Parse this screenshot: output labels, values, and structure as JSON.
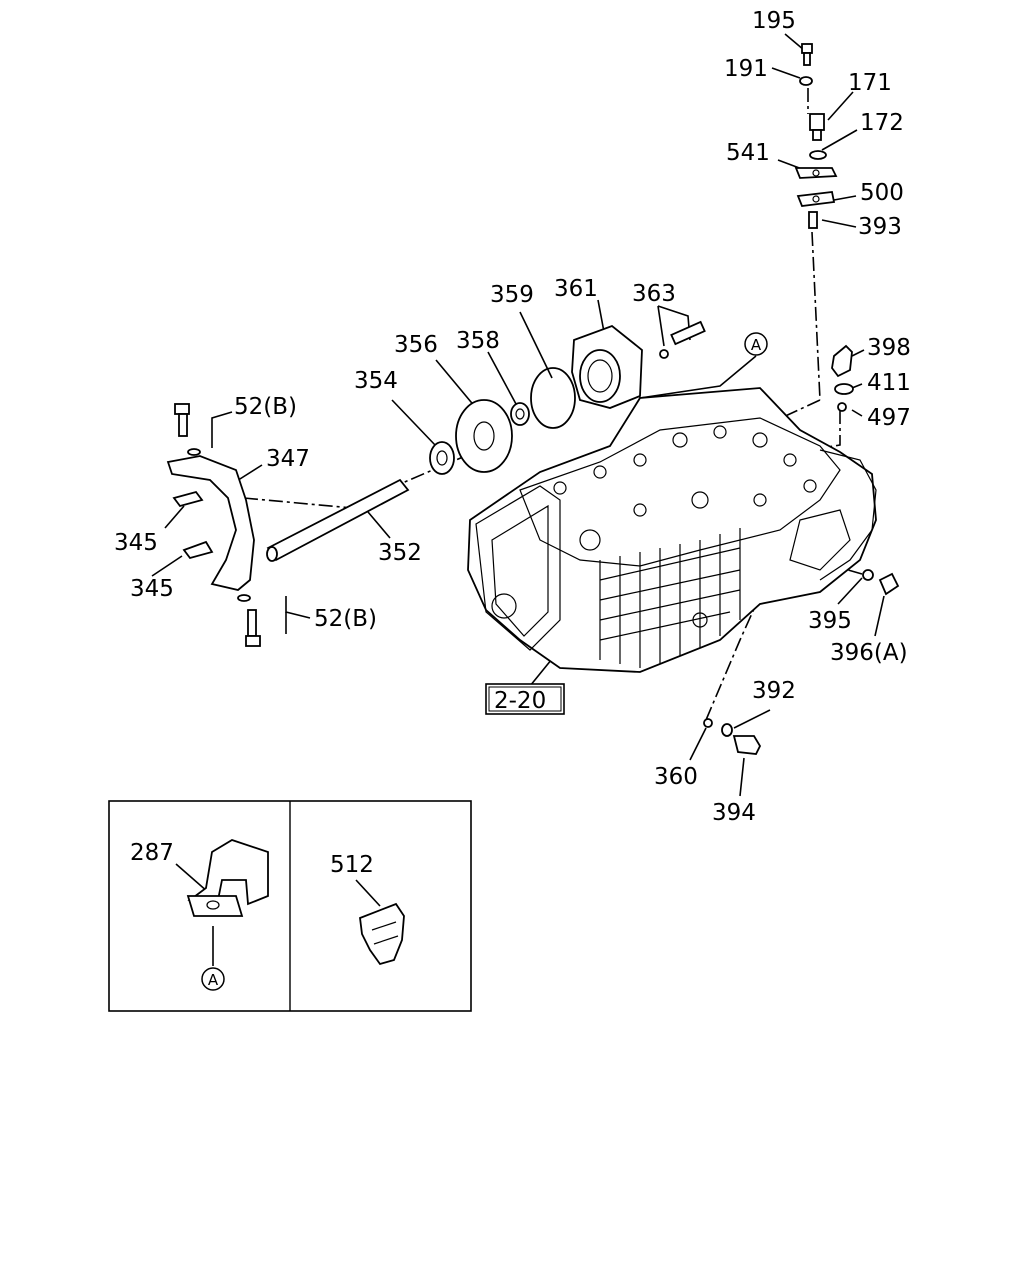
{
  "callouts": {
    "p195": "195",
    "p191": "191",
    "p171": "171",
    "p172": "172",
    "p541": "541",
    "p500": "500",
    "p393": "393",
    "p398": "398",
    "p411": "411",
    "p497": "497",
    "p359": "359",
    "p361": "361",
    "p363": "363",
    "p356": "356",
    "p358": "358",
    "p354": "354",
    "p52b_top": "52(B)",
    "p347": "347",
    "p345_top": "345",
    "p345_bot": "345",
    "p352": "352",
    "p52b_bot": "52(B)",
    "p395": "395",
    "p396a": "396(A)",
    "p392": "392",
    "p360": "360",
    "p394": "394",
    "ref_box": "2-20",
    "marker_a_top": "A",
    "p287": "287",
    "p512": "512",
    "marker_a_inset": "A"
  }
}
